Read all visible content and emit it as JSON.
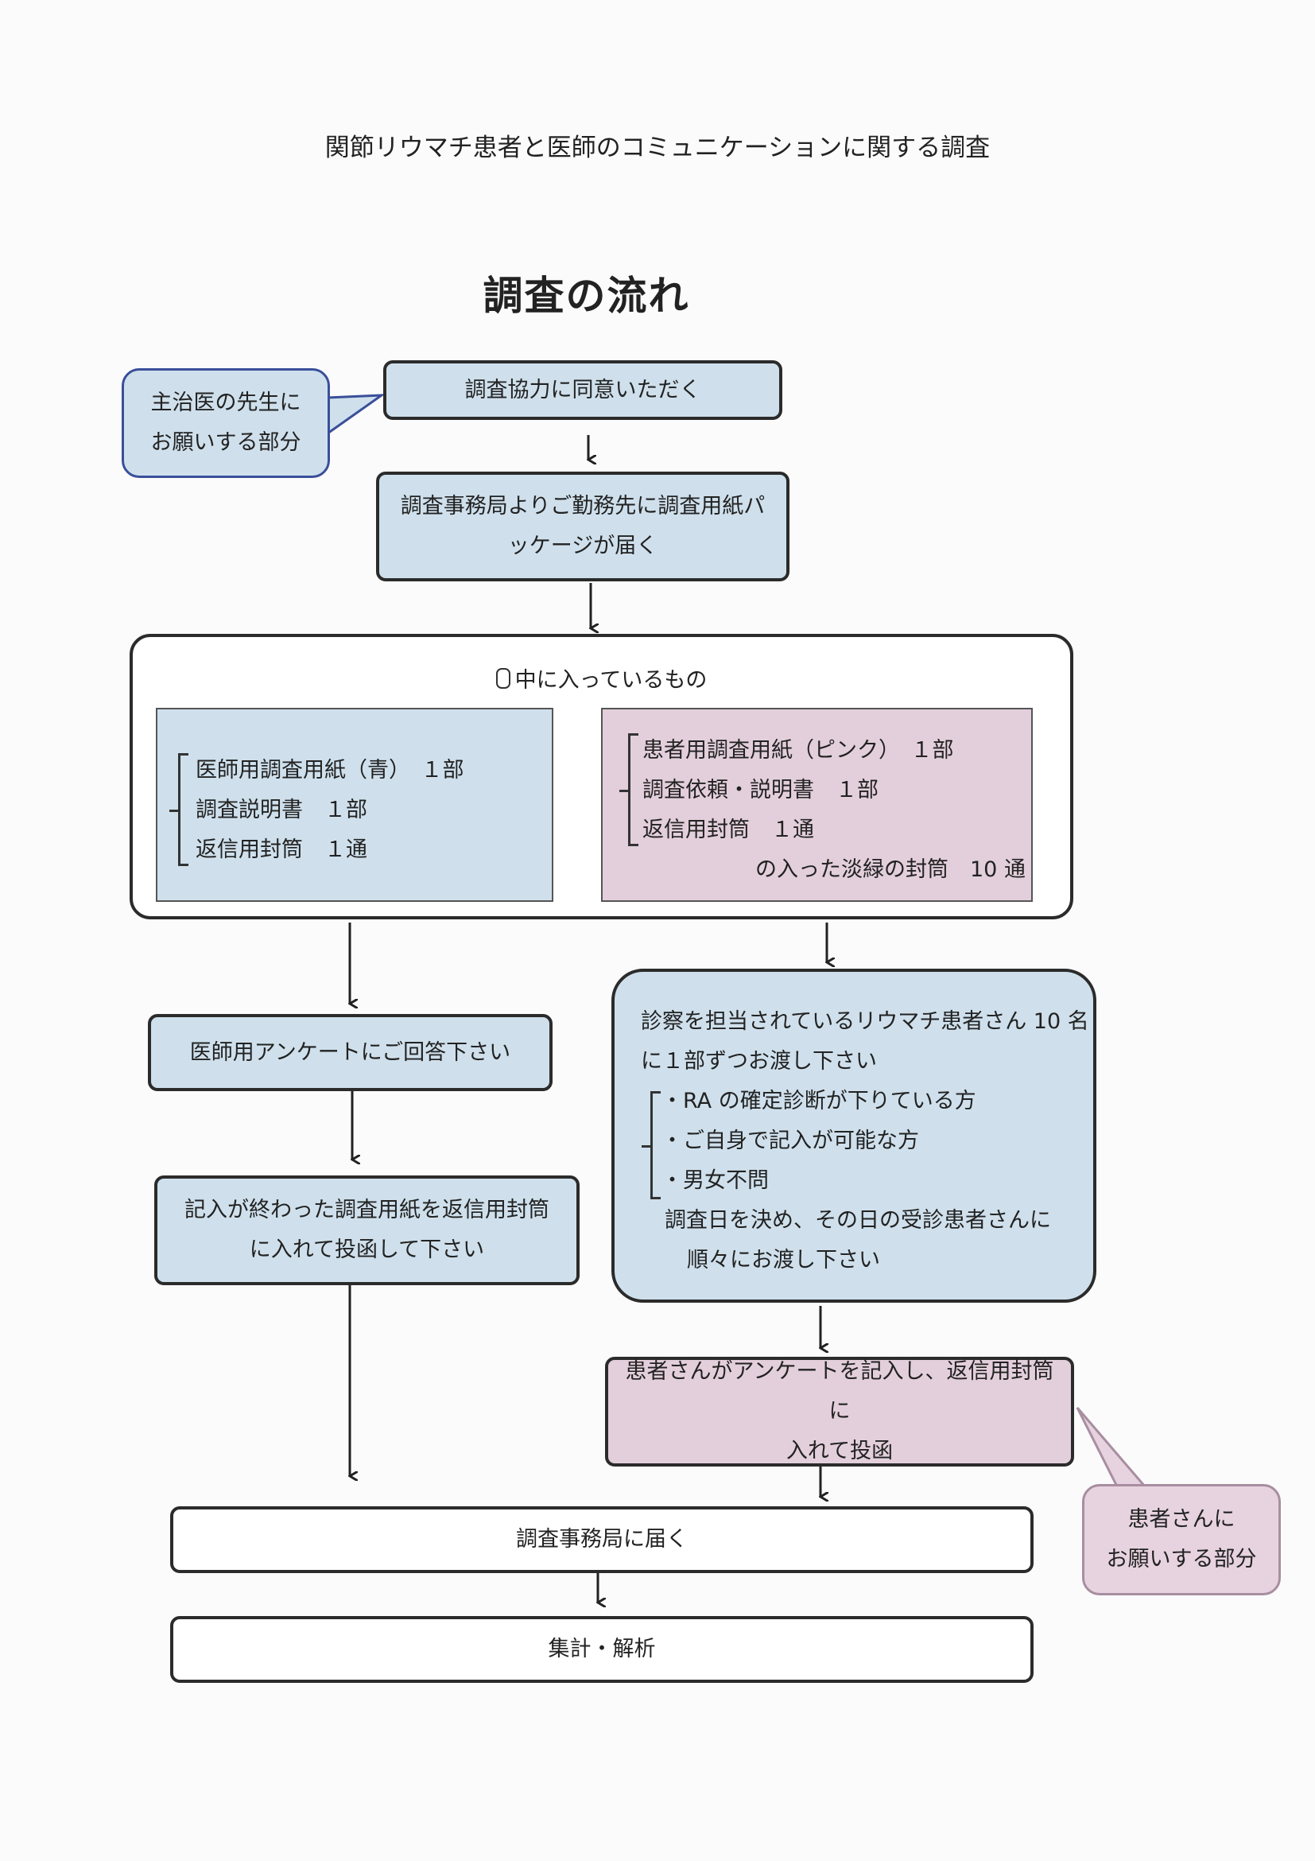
{
  "header": {
    "top_title": "関節リウマチ患者と医師のコミュニケーションに関する調査",
    "main_title": "調査の流れ"
  },
  "bubbles": {
    "doctor": [
      "主治医の先生に",
      "お願いする部分"
    ],
    "patient": [
      "患者さんに",
      "お願いする部分"
    ]
  },
  "steps": {
    "consent": "調査協力に同意いただく",
    "package": [
      "調査事務局よりご勤務先に調査用紙パ",
      "ッケージが届く"
    ],
    "doctor_answer": "医師用アンケートにご回答下さい",
    "doctor_return": [
      "記入が終わった調査用紙を返信用封筒",
      "に入れて投函して下さい"
    ],
    "patient_answer": [
      "患者さんがアンケートを記入し、返信用封筒に",
      "入れて投函"
    ],
    "office_received": "調査事務局に届く",
    "analysis": "集計・解析"
  },
  "contents": {
    "title": "中に入っているもの",
    "doctor_items": [
      "医師用調査用紙（青）　１部",
      "調査説明書　１部",
      "返信用封筒　１通"
    ],
    "patient_items": [
      "患者用調査用紙（ピンク）　１部",
      "調査依頼・説明書　１部",
      "返信用封筒　１通"
    ],
    "patient_note": "の入った淡緑の封筒　10 通"
  },
  "distribution": {
    "lines": [
      "診察を担当されているリウマチ患者さん 10 名",
      "に１部ずつお渡し下さい"
    ],
    "conditions": [
      "・RA の確定診断が下りている方",
      "・ご自身で記入が可能な方",
      "・男女不問"
    ],
    "note": [
      "調査日を決め、その日の受診患者さんに",
      "順々にお渡し下さい"
    ]
  },
  "colors": {
    "blue_fill": "#cfe0ec",
    "pink_fill": "#e3cfdb",
    "border": "#2b2b2b"
  }
}
